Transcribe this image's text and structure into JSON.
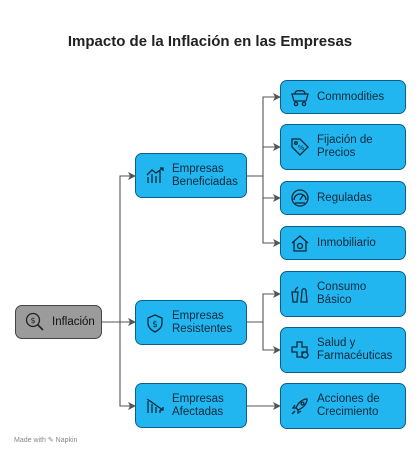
{
  "title": "Impacto de la Inflación en las Empresas",
  "root": {
    "label": "Inflación",
    "icon": "money-search-icon"
  },
  "categories": [
    {
      "label": "Empresas\nBeneficiadas",
      "icon": "growth-chart-icon",
      "children": [
        {
          "label": "Commodities",
          "icon": "mining-cart-icon"
        },
        {
          "label": "Fijación de\nPrecios",
          "icon": "price-tag-icon"
        },
        {
          "label": "Reguladas",
          "icon": "gauge-icon"
        },
        {
          "label": "Inmobiliario",
          "icon": "house-icon"
        }
      ]
    },
    {
      "label": "Empresas\nResistentes",
      "icon": "shield-icon",
      "children": [
        {
          "label": "Consumo\nBásico",
          "icon": "grocery-icon"
        },
        {
          "label": "Salud y\nFarmacéuticas",
          "icon": "medical-cross-icon"
        }
      ]
    },
    {
      "label": "Empresas\nAfectadas",
      "icon": "decline-chart-icon",
      "children": [
        {
          "label": "Acciones de\nCrecimiento",
          "icon": "rocket-icon"
        }
      ]
    }
  ],
  "footer": "Made with ✎ Napkin",
  "colors": {
    "node_fill": "#22b6f0",
    "node_border": "#0b5f86",
    "root_fill": "#9b9b9b",
    "line": "#555555"
  }
}
